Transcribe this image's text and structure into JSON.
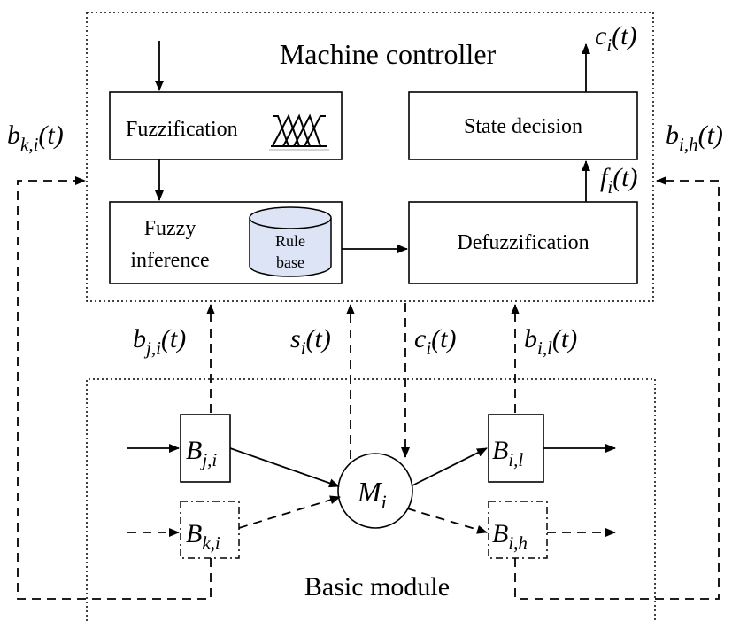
{
  "machine_controller": {
    "title": "Machine controller",
    "fuzzification": "Fuzzification",
    "fuzzy_inference_line1": "Fuzzy",
    "fuzzy_inference_line2": "inference",
    "rule_base_line1": "Rule",
    "rule_base_line2": "base",
    "defuzzification": "Defuzzification",
    "state_decision": "State decision"
  },
  "basic_module": {
    "title": "Basic module",
    "machine": {
      "sym": "M",
      "sub": "i"
    },
    "buffer_ji": {
      "sym": "B",
      "sub": "j,i"
    },
    "buffer_ki": {
      "sym": "B",
      "sub": "k,i"
    },
    "buffer_il": {
      "sym": "B",
      "sub": "i,l"
    },
    "buffer_ih": {
      "sym": "B",
      "sub": "i,h"
    }
  },
  "signals": {
    "c_out": {
      "sym": "c",
      "sub": "i",
      "arg": "(t)"
    },
    "f": {
      "sym": "f",
      "sub": "i",
      "arg": "(t)"
    },
    "b_ki": {
      "sym": "b",
      "sub": "k,i",
      "arg": "(t)"
    },
    "b_ih": {
      "sym": "b",
      "sub": "i,h",
      "arg": "(t)"
    },
    "b_ji": {
      "sym": "b",
      "sub": "j,i",
      "arg": "(t)"
    },
    "s": {
      "sym": "s",
      "sub": "i",
      "arg": "(t)"
    },
    "c_down": {
      "sym": "c",
      "sub": "i",
      "arg": "(t)"
    },
    "b_il": {
      "sym": "b",
      "sub": "i,l",
      "arg": "(t)"
    }
  }
}
